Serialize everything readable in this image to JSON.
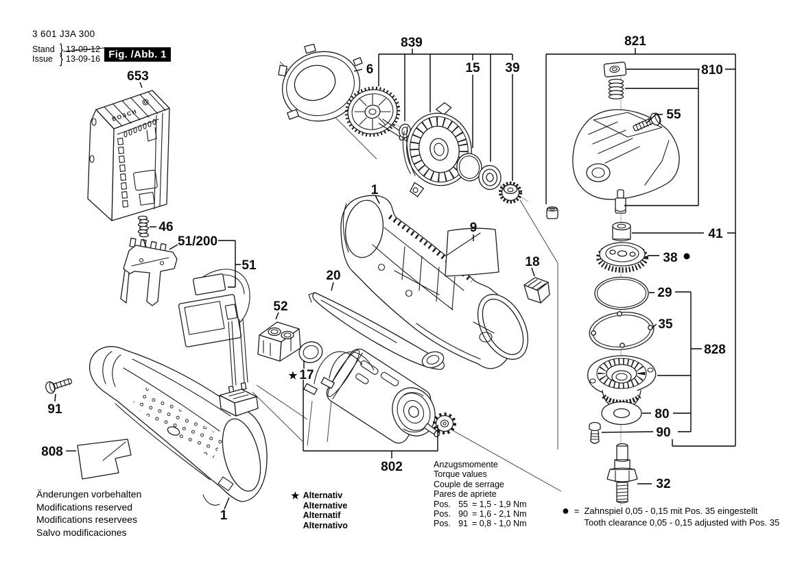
{
  "doc": {
    "part_number": "3 601 J3A 300",
    "stand_label": "Stand",
    "issue_label": "Issue",
    "stand_date": "13-09-12",
    "issue_date": "13-09-16",
    "figure_label": "Fig. /Abb. 1",
    "brand": "BOSCH"
  },
  "callouts": {
    "c653": "653",
    "c46": "46",
    "c51_200": "51/200",
    "c51": "51",
    "c52": "52",
    "c17": "17",
    "c20": "20",
    "c91": "91",
    "c808": "808",
    "c1_lower": "1",
    "c802": "802",
    "c1_upper": "1",
    "c9": "9",
    "c18": "18",
    "c6": "6",
    "c839": "839",
    "c15": "15",
    "c39": "39",
    "c821": "821",
    "c810": "810",
    "c55": "55",
    "c41": "41",
    "c38": "38",
    "c29": "29",
    "c35": "35",
    "c828": "828",
    "c80": "80",
    "c90": "90",
    "c32": "32"
  },
  "markers": {
    "star": "★",
    "bullet": "●",
    "equals": "="
  },
  "notes": {
    "reserved_lines": [
      "Änderungen vorbehalten",
      "Modifications reserved",
      "Modifications reservees",
      "Salvo modificaciones"
    ],
    "alternative_lines": [
      "Alternativ",
      "Alternative",
      "Alternatif",
      "Alternativo"
    ],
    "torque_headings": [
      "Anzugsmomente",
      "Torque values",
      "Couple de serrage",
      "Pares de apriete"
    ],
    "torque_rows": [
      {
        "label": "Pos.",
        "pos": "55",
        "value": "= 1,5 - 1,9 Nm"
      },
      {
        "label": "Pos.",
        "pos": "90",
        "value": "= 1,6 - 2,1 Nm"
      },
      {
        "label": "Pos.",
        "pos": "91",
        "value": "= 0,8 - 1,0 Nm"
      }
    ],
    "clearance_lines": [
      "Zahnspiel 0,05 - 0,15 mit Pos. 35 eingestellt",
      "Tooth clearance 0,05 - 0,15 adjusted with Pos. 35"
    ]
  }
}
